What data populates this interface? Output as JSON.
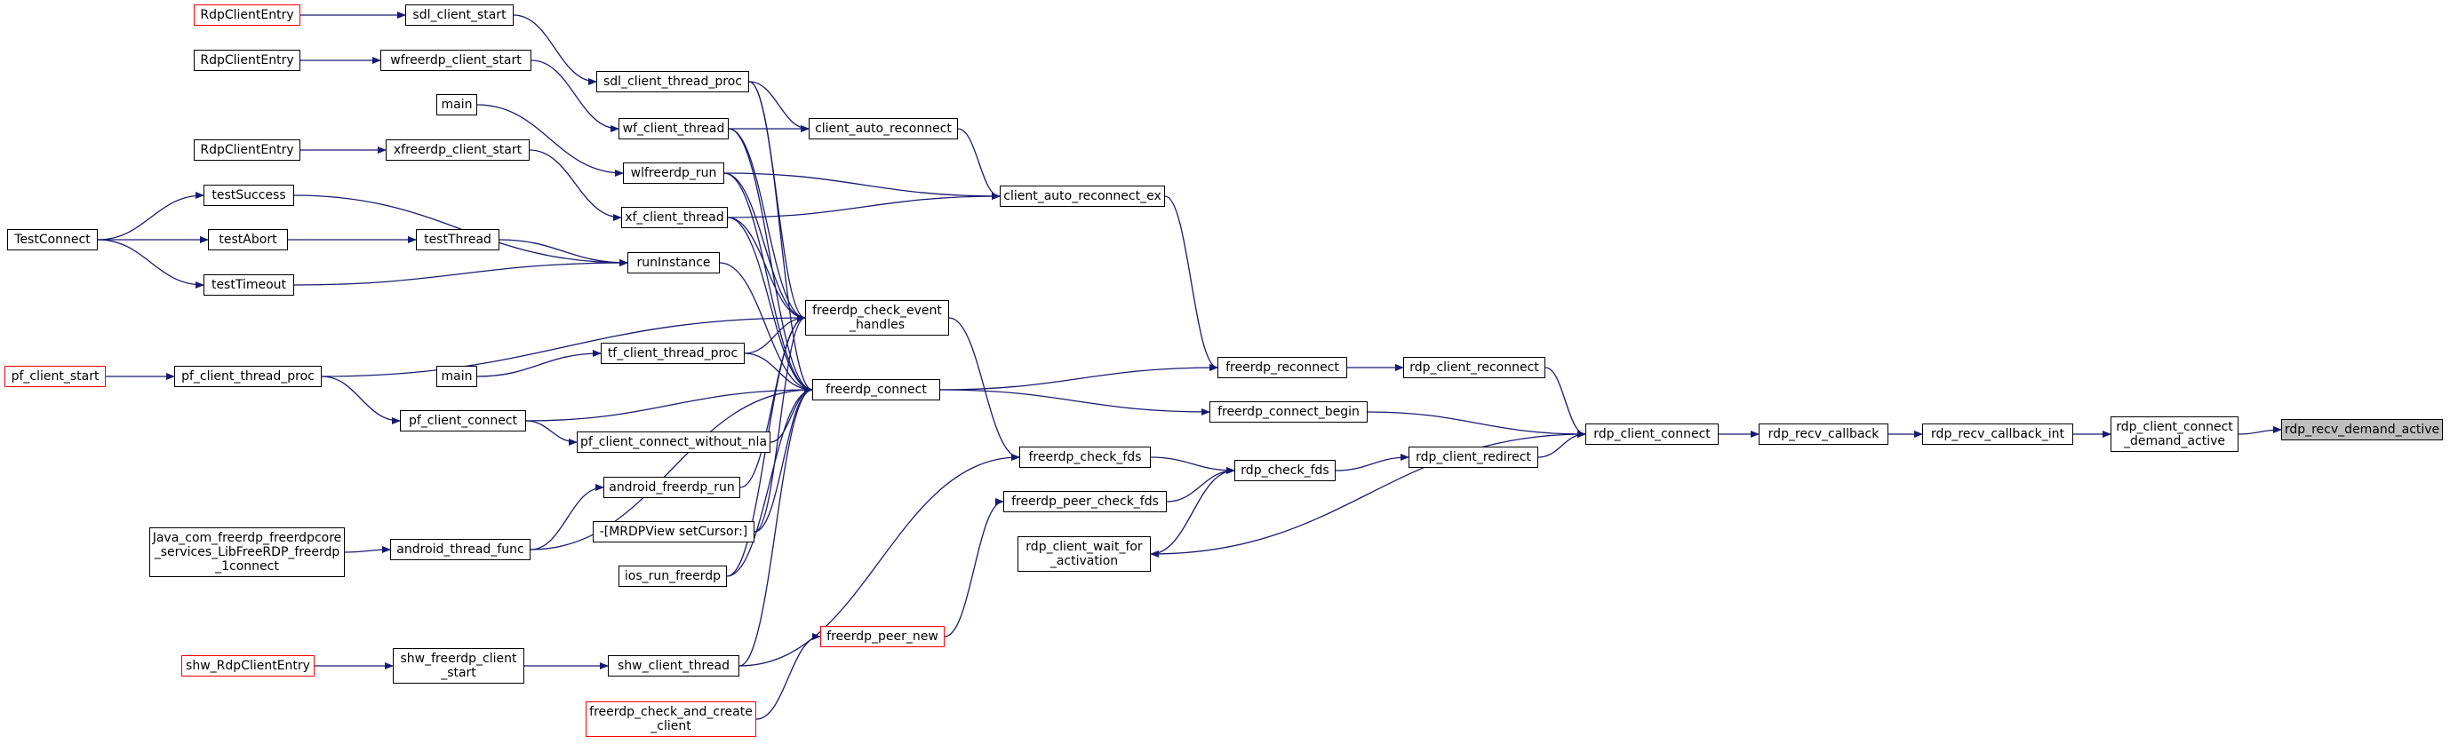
{
  "graph": {
    "type": "call-graph",
    "edge_color": "#191970",
    "truncated_node_border": "#ff0000",
    "current_node_fill": "#bfbfbf",
    "nodes": [
      {
        "id": "rdp_recv_demand_active",
        "label": "rdp_recv_demand_active",
        "current": true
      },
      {
        "id": "rdp_client_connect_demand_active",
        "label": "rdp_client_connect\n_demand_active"
      },
      {
        "id": "rdp_recv_callback_int",
        "label": "rdp_recv_callback_int"
      },
      {
        "id": "rdp_recv_callback",
        "label": "rdp_recv_callback"
      },
      {
        "id": "rdp_client_connect",
        "label": "rdp_client_connect"
      },
      {
        "id": "rdp_client_reconnect",
        "label": "rdp_client_reconnect"
      },
      {
        "id": "rdp_client_redirect",
        "label": "rdp_client_redirect"
      },
      {
        "id": "freerdp_connect_begin",
        "label": "freerdp_connect_begin"
      },
      {
        "id": "rdp_client_wait_for_activation",
        "label": "rdp_client_wait_for\n_activation"
      },
      {
        "id": "freerdp_reconnect",
        "label": "freerdp_reconnect"
      },
      {
        "id": "rdp_check_fds",
        "label": "rdp_check_fds"
      },
      {
        "id": "freerdp_check_fds",
        "label": "freerdp_check_fds"
      },
      {
        "id": "freerdp_peer_check_fds",
        "label": "freerdp_peer_check_fds"
      },
      {
        "id": "client_auto_reconnect_ex",
        "label": "client_auto_reconnect_ex"
      },
      {
        "id": "freerdp_connect",
        "label": "freerdp_connect"
      },
      {
        "id": "freerdp_check_event_handles",
        "label": "freerdp_check_event\n_handles"
      },
      {
        "id": "freerdp_peer_new",
        "label": "freerdp_peer_new",
        "truncated": true
      },
      {
        "id": "freerdp_check_and_create_client",
        "label": "freerdp_check_and_create\n_client",
        "truncated": true
      },
      {
        "id": "client_auto_reconnect",
        "label": "client_auto_reconnect"
      },
      {
        "id": "sdl_client_start",
        "label": "sdl_client_start"
      },
      {
        "id": "sdl_client_thread_proc",
        "label": "sdl_client_thread_proc"
      },
      {
        "id": "wf_client_thread",
        "label": "wf_client_thread"
      },
      {
        "id": "wlfreerdp_run",
        "label": "wlfreerdp_run"
      },
      {
        "id": "xf_client_thread",
        "label": "xf_client_thread"
      },
      {
        "id": "runInstance",
        "label": "runInstance"
      },
      {
        "id": "tf_client_thread_proc",
        "label": "tf_client_thread_proc"
      },
      {
        "id": "pf_client_connect_without_nla",
        "label": "pf_client_connect_without_nla"
      },
      {
        "id": "android_freerdp_run",
        "label": "android_freerdp_run"
      },
      {
        "id": "mrdpview_setcursor",
        "label": "-[MRDPView setCursor:]"
      },
      {
        "id": "ios_run_freerdp",
        "label": "ios_run_freerdp"
      },
      {
        "id": "shw_client_thread",
        "label": "shw_client_thread"
      },
      {
        "id": "RdpClientEntry_1",
        "label": "RdpClientEntry",
        "truncated": true
      },
      {
        "id": "RdpClientEntry_2",
        "label": "RdpClientEntry"
      },
      {
        "id": "wfreerdp_client_start",
        "label": "wfreerdp_client_start"
      },
      {
        "id": "main_1",
        "label": "main"
      },
      {
        "id": "RdpClientEntry_3",
        "label": "RdpClientEntry"
      },
      {
        "id": "xfreerdp_client_start",
        "label": "xfreerdp_client_start"
      },
      {
        "id": "testSuccess",
        "label": "testSuccess"
      },
      {
        "id": "TestConnect",
        "label": "TestConnect"
      },
      {
        "id": "testAbort",
        "label": "testAbort"
      },
      {
        "id": "testThread",
        "label": "testThread"
      },
      {
        "id": "testTimeout",
        "label": "testTimeout"
      },
      {
        "id": "pf_client_start",
        "label": "pf_client_start",
        "truncated": true
      },
      {
        "id": "pf_client_thread_proc",
        "label": "pf_client_thread_proc"
      },
      {
        "id": "main_2",
        "label": "main"
      },
      {
        "id": "pf_client_connect",
        "label": "pf_client_connect"
      },
      {
        "id": "java_libfreerdp_connect",
        "label": "Java_com_freerdp_freerdpcore\n_services_LibFreeRDP_freerdp\n_1connect"
      },
      {
        "id": "android_thread_func",
        "label": "android_thread_func"
      },
      {
        "id": "shw_RdpClientEntry",
        "label": "shw_RdpClientEntry",
        "truncated": true
      },
      {
        "id": "shw_freerdp_client_start",
        "label": "shw_freerdp_client\n_start"
      }
    ],
    "edges": [
      [
        "rdp_client_connect_demand_active",
        "rdp_recv_demand_active"
      ],
      [
        "rdp_recv_callback_int",
        "rdp_client_connect_demand_active"
      ],
      [
        "rdp_recv_callback",
        "rdp_recv_callback_int"
      ],
      [
        "rdp_client_connect",
        "rdp_recv_callback"
      ],
      [
        "rdp_client_reconnect",
        "rdp_client_connect"
      ],
      [
        "freerdp_connect_begin",
        "rdp_client_connect"
      ],
      [
        "rdp_client_redirect",
        "rdp_client_connect"
      ],
      [
        "rdp_client_connect",
        "rdp_client_wait_for_activation"
      ],
      [
        "freerdp_reconnect",
        "rdp_client_reconnect"
      ],
      [
        "rdp_check_fds",
        "rdp_client_redirect"
      ],
      [
        "freerdp_check_fds",
        "rdp_check_fds"
      ],
      [
        "freerdp_peer_check_fds",
        "rdp_check_fds"
      ],
      [
        "rdp_client_wait_for_activation",
        "rdp_check_fds"
      ],
      [
        "client_auto_reconnect_ex",
        "freerdp_reconnect"
      ],
      [
        "freerdp_connect",
        "freerdp_reconnect"
      ],
      [
        "freerdp_connect",
        "freerdp_connect_begin"
      ],
      [
        "freerdp_check_event_handles",
        "freerdp_check_fds"
      ],
      [
        "shw_client_thread",
        "freerdp_check_fds"
      ],
      [
        "freerdp_peer_new",
        "freerdp_peer_check_fds"
      ],
      [
        "freerdp_check_and_create_client",
        "freerdp_peer_new"
      ],
      [
        "client_auto_reconnect",
        "client_auto_reconnect_ex"
      ],
      [
        "wlfreerdp_run",
        "client_auto_reconnect_ex"
      ],
      [
        "xf_client_thread",
        "client_auto_reconnect_ex"
      ],
      [
        "wf_client_thread",
        "client_auto_reconnect"
      ],
      [
        "sdl_client_thread_proc",
        "client_auto_reconnect"
      ],
      [
        "sdl_client_thread_proc",
        "freerdp_check_event_handles"
      ],
      [
        "wf_client_thread",
        "freerdp_check_event_handles"
      ],
      [
        "wlfreerdp_run",
        "freerdp_check_event_handles"
      ],
      [
        "xf_client_thread",
        "freerdp_check_event_handles"
      ],
      [
        "pf_client_thread_proc",
        "freerdp_check_event_handles"
      ],
      [
        "tf_client_thread_proc",
        "freerdp_check_event_handles"
      ],
      [
        "android_freerdp_run",
        "freerdp_check_event_handles"
      ],
      [
        "mrdpview_setcursor",
        "freerdp_check_event_handles"
      ],
      [
        "ios_run_freerdp",
        "freerdp_check_event_handles"
      ],
      [
        "sdl_client_thread_proc",
        "freerdp_connect"
      ],
      [
        "wf_client_thread",
        "freerdp_connect"
      ],
      [
        "wlfreerdp_run",
        "freerdp_connect"
      ],
      [
        "xf_client_thread",
        "freerdp_connect"
      ],
      [
        "runInstance",
        "freerdp_connect"
      ],
      [
        "tf_client_thread_proc",
        "freerdp_connect"
      ],
      [
        "pf_client_connect",
        "freerdp_connect"
      ],
      [
        "pf_client_connect_without_nla",
        "freerdp_connect"
      ],
      [
        "android_thread_func",
        "freerdp_connect"
      ],
      [
        "mrdpview_setcursor",
        "freerdp_connect"
      ],
      [
        "ios_run_freerdp",
        "freerdp_connect"
      ],
      [
        "shw_client_thread",
        "freerdp_connect"
      ],
      [
        "RdpClientEntry_1",
        "sdl_client_start"
      ],
      [
        "sdl_client_start",
        "sdl_client_thread_proc"
      ],
      [
        "RdpClientEntry_2",
        "wfreerdp_client_start"
      ],
      [
        "wfreerdp_client_start",
        "wf_client_thread"
      ],
      [
        "main_1",
        "wlfreerdp_run"
      ],
      [
        "RdpClientEntry_3",
        "xfreerdp_client_start"
      ],
      [
        "xfreerdp_client_start",
        "xf_client_thread"
      ],
      [
        "testSuccess",
        "runInstance"
      ],
      [
        "testThread",
        "runInstance"
      ],
      [
        "testTimeout",
        "runInstance"
      ],
      [
        "TestConnect",
        "testSuccess"
      ],
      [
        "TestConnect",
        "testAbort"
      ],
      [
        "TestConnect",
        "testTimeout"
      ],
      [
        "testAbort",
        "testThread"
      ],
      [
        "main_2",
        "tf_client_thread_proc"
      ],
      [
        "pf_client_start",
        "pf_client_thread_proc"
      ],
      [
        "pf_client_thread_proc",
        "pf_client_connect"
      ],
      [
        "pf_client_connect",
        "pf_client_connect_without_nla"
      ],
      [
        "java_libfreerdp_connect",
        "android_thread_func"
      ],
      [
        "android_thread_func",
        "android_freerdp_run"
      ],
      [
        "shw_RdpClientEntry",
        "shw_freerdp_client_start"
      ],
      [
        "shw_freerdp_client_start",
        "shw_client_thread"
      ]
    ]
  }
}
